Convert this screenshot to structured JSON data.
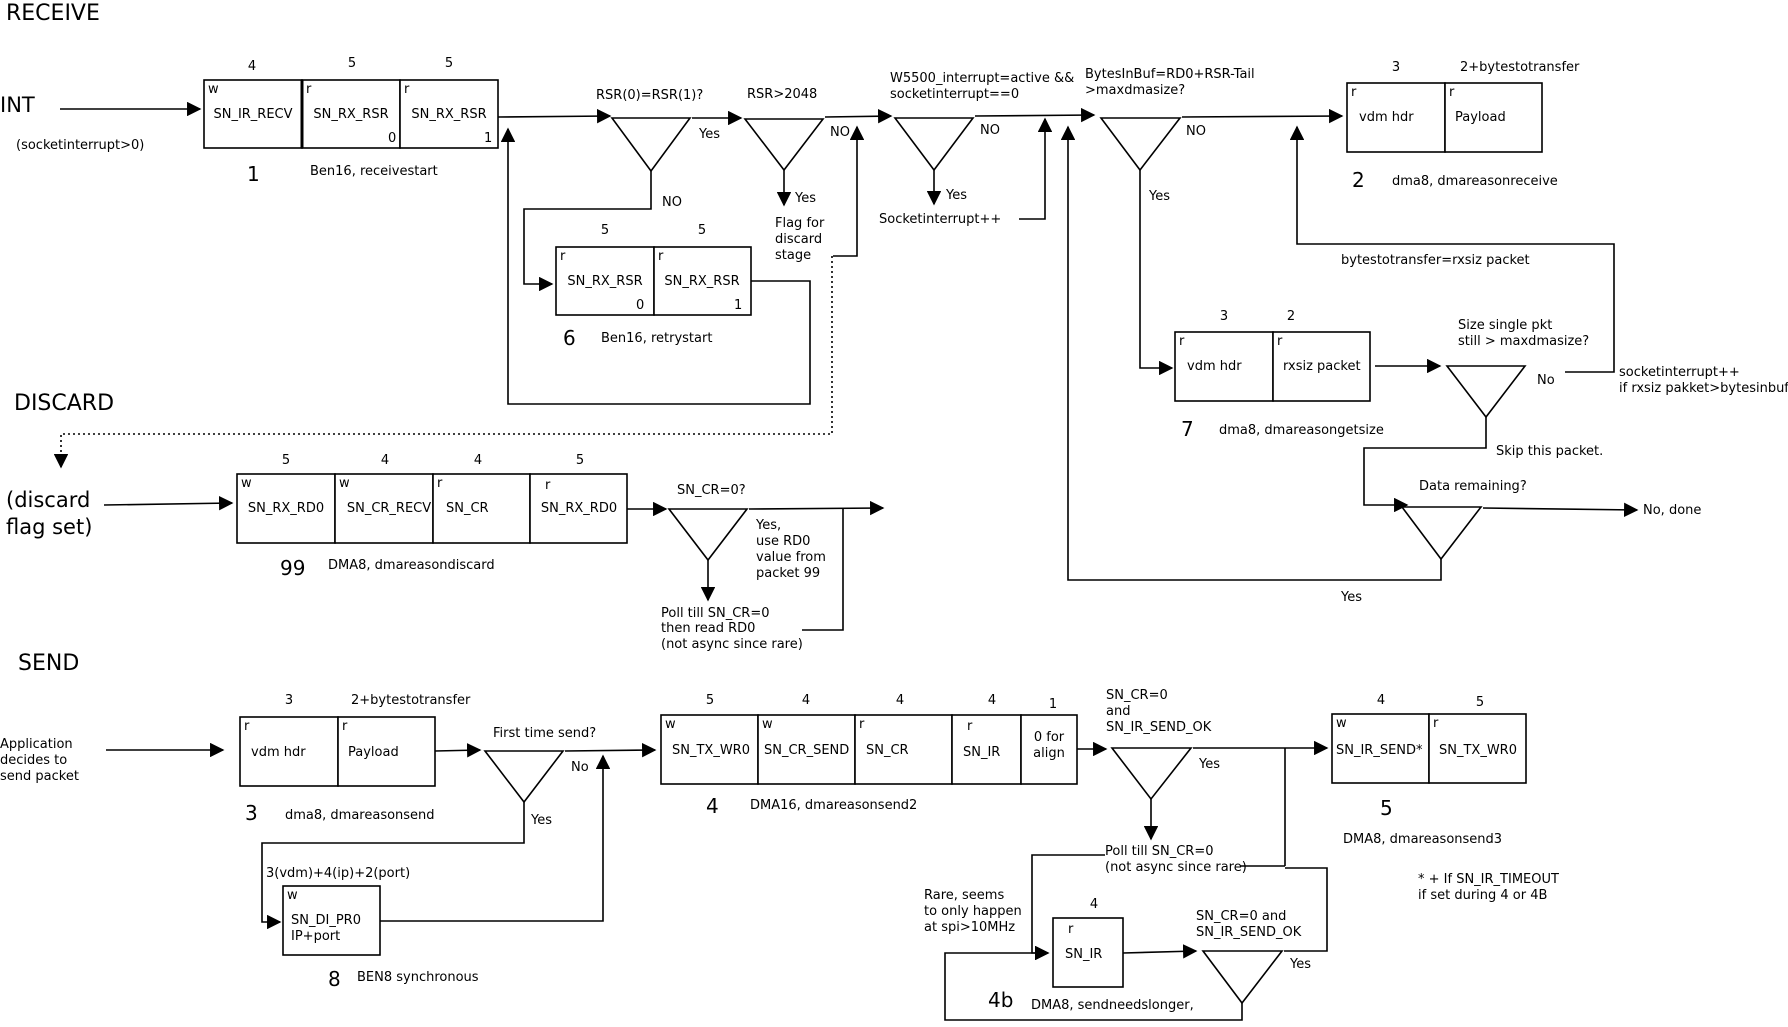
{
  "sections": {
    "receive": "RECEIVE",
    "discard": "DISCARD",
    "send": "SEND"
  },
  "receive": {
    "int_label": "INT",
    "int_note": "(socketinterrupt>0)",
    "group1": {
      "number": "1",
      "desc": "Ben16, receivestart",
      "regs": [
        {
          "rw": "w",
          "name": "SN_IR_RECV",
          "size": "4",
          "idx": ""
        },
        {
          "rw": "r",
          "name": "SN_RX_RSR",
          "size": "5",
          "idx": "0"
        },
        {
          "rw": "r",
          "name": "SN_RX_RSR",
          "size": "5",
          "idx": "1"
        }
      ]
    },
    "cond_rsr_equal": "RSR(0)=RSR(1)?",
    "yes1": "Yes",
    "no1": "NO",
    "cond_rsr_big": "RSR>2048",
    "no2": "NO",
    "yes2": "Yes",
    "flag_discard": [
      "Flag for",
      "discard",
      "stage"
    ],
    "group6": {
      "number": "6",
      "desc": "Ben16, retrystart",
      "regs": [
        {
          "rw": "r",
          "name": "SN_RX_RSR",
          "size": "5",
          "idx": "0"
        },
        {
          "rw": "r",
          "name": "SN_RX_RSR",
          "size": "5",
          "idx": "1"
        }
      ]
    },
    "cond_w5500": [
      "W5500_interrupt=active &&",
      "socketinterrupt==0"
    ],
    "no3": "NO",
    "yes3": "Yes",
    "sockint_inc": "Socketinterrupt++",
    "cond_bytesinbuf": [
      "BytesInBuf=RD0+RSR-Tail",
      ">maxdmasize?"
    ],
    "no4": "NO",
    "yes4": "Yes",
    "group2": {
      "number": "2",
      "desc": "dma8, dmareasonreceive",
      "regs": [
        {
          "rw": "r",
          "name": "vdm hdr",
          "size": "3",
          "idx": ""
        },
        {
          "rw": "r",
          "name": "Payload",
          "size": "2+bytestotransfer",
          "idx": ""
        }
      ]
    },
    "bytestotransfer": "bytestotransfer=rxsiz packet",
    "group7": {
      "number": "7",
      "desc": "dma8, dmareasongetsize",
      "regs": [
        {
          "rw": "r",
          "name": "vdm hdr",
          "size": "3",
          "idx": ""
        },
        {
          "rw": "r",
          "name": "rxsiz packet",
          "size": "2",
          "idx": ""
        }
      ]
    },
    "cond_size_single": [
      "Size single pkt",
      "still > maxdmasize?"
    ],
    "no5": "No",
    "sockint_note": [
      "socketinterrupt++",
      "if rxsiz pakket>bytesinbuf"
    ],
    "skip": "Skip this packet.",
    "cond_remaining": "Data remaining?",
    "no_done": "No, done",
    "yes5": "Yes"
  },
  "discard": {
    "flag_label": [
      "(discard",
      "flag set)"
    ],
    "group99": {
      "number": "99",
      "desc": "DMA8, dmareasondiscard",
      "regs": [
        {
          "rw": "w",
          "name": "SN_RX_RD0",
          "size": "5",
          "idx": ""
        },
        {
          "rw": "w",
          "name": "SN_CR_RECV",
          "size": "4",
          "idx": ""
        },
        {
          "rw": "r",
          "name": "SN_CR",
          "size": "4",
          "idx": ""
        },
        {
          "rw": "r",
          "name": "SN_RX_RD0",
          "size": "5",
          "idx": ""
        }
      ]
    },
    "cond_cr": "SN_CR=0?",
    "yes_note": [
      "Yes,",
      "use RD0",
      "value from",
      "packet 99"
    ],
    "poll_note": [
      "Poll till SN_CR=0",
      "then read RD0",
      "(not async since rare)"
    ]
  },
  "send": {
    "app_note": [
      "Application",
      "decides to",
      "send packet"
    ],
    "group3": {
      "number": "3",
      "desc": "dma8, dmareasonsend",
      "regs": [
        {
          "rw": "r",
          "name": "vdm hdr",
          "size": "3",
          "idx": ""
        },
        {
          "rw": "r",
          "name": "Payload",
          "size": "2+bytestotransfer",
          "idx": ""
        }
      ]
    },
    "cond_first": "First time send?",
    "no1": "No",
    "yes1": "Yes",
    "dipr_size": "3(vdm)+4(ip)+2(port)",
    "group8": {
      "number": "8",
      "desc": "BEN8 synchronous",
      "regs": [
        {
          "rw": "w",
          "name": "SN_DI_PR0",
          "name2": "IP+port",
          "size": "",
          "idx": ""
        }
      ]
    },
    "group4": {
      "number": "4",
      "desc": "DMA16, dmareasonsend2",
      "regs": [
        {
          "rw": "w",
          "name": "SN_TX_WR0",
          "size": "5",
          "idx": ""
        },
        {
          "rw": "w",
          "name": "SN_CR_SEND",
          "size": "4",
          "idx": ""
        },
        {
          "rw": "r",
          "name": "SN_CR",
          "size": "4",
          "idx": ""
        },
        {
          "rw": "r",
          "name": "SN_IR",
          "size": "4",
          "idx": ""
        },
        {
          "rw": "",
          "name": "0 for",
          "name2": "align",
          "size": "1",
          "idx": ""
        }
      ]
    },
    "cond_sendok": [
      "SN_CR=0",
      "and",
      "SN_IR_SEND_OK"
    ],
    "yes2": "Yes",
    "poll_note": [
      "Poll till SN_CR=0",
      "(not async since rare)"
    ],
    "group5": {
      "number": "5",
      "desc": "DMA8, dmareasonsend3",
      "regs": [
        {
          "rw": "w",
          "name": "SN_IR_SEND*",
          "size": "4",
          "idx": ""
        },
        {
          "rw": "r",
          "name": "SN_TX_WR0",
          "size": "5",
          "idx": ""
        }
      ]
    },
    "timeout_note": [
      "* + If SN_IR_TIMEOUT",
      "if set during 4 or 4B"
    ],
    "rare_note": [
      "Rare, seems",
      "to only happen",
      "at spi>10MHz"
    ],
    "group4b": {
      "number": "4b",
      "desc": "DMA8, sendneedslonger,",
      "regs": [
        {
          "rw": "r",
          "name": "SN_IR",
          "size": "4",
          "idx": ""
        }
      ]
    },
    "cond_sendok2": [
      "SN_CR=0 and",
      "SN_IR_SEND_OK"
    ],
    "yes3": "Yes"
  }
}
